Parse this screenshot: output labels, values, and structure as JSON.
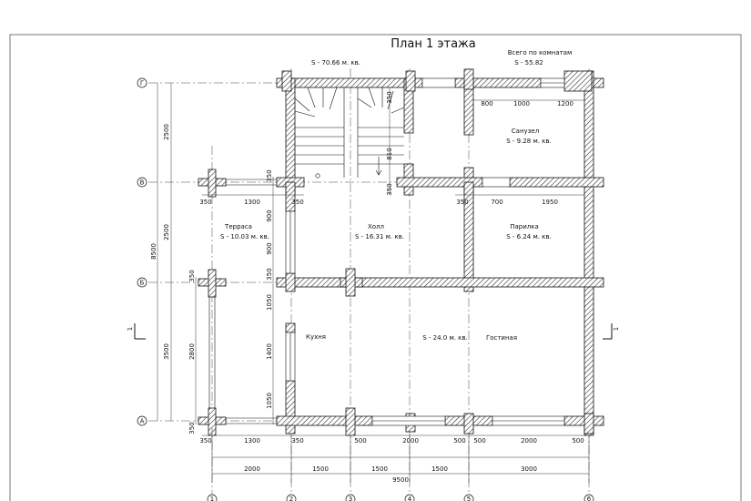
{
  "title": "План 1 этажа",
  "summary": {
    "total_label": "Всего по комнатам",
    "total_value": "S - 55.82",
    "floor_area": "S - 70.66 м. кв."
  },
  "rooms": {
    "sanuzel": {
      "name": "Санузел",
      "area": "S - 9.28 м. кв."
    },
    "parilka": {
      "name": "Парилка",
      "area": "S - 6.24 м. кв."
    },
    "terrasa": {
      "name": "Терраса",
      "area": "S - 10.03 м. кв."
    },
    "holl": {
      "name": "Холл",
      "area": "S - 16.31 м. кв."
    },
    "kuhnya": {
      "name": "Кухня"
    },
    "gostinaya": {
      "name": "Гостиная",
      "area": "S - 24.0 м. кв."
    }
  },
  "axes": {
    "letters": [
      "Г",
      "В",
      "Б",
      "А"
    ],
    "numbers": [
      "1",
      "2",
      "3",
      "4",
      "5",
      "6"
    ]
  },
  "dims": {
    "left_vertical": [
      "2500",
      "2500",
      "3500"
    ],
    "left_total": "8500",
    "left_sub": [
      "350",
      "2800",
      "350"
    ],
    "left_inner_top": [
      "350",
      "900",
      "900",
      "350"
    ],
    "left_inner_bottom": [
      "1050",
      "1400",
      "1050"
    ],
    "stair_vertical": [
      "350",
      "810",
      "350"
    ],
    "sanuzel_windows": [
      "800",
      "1000",
      "1200"
    ],
    "parilka_row": [
      "350",
      "700",
      "1950"
    ],
    "terrace_top_row": [
      "350",
      "1300",
      "350"
    ],
    "bottom_row1": [
      "350",
      "1300",
      "350",
      "500",
      "2000",
      "500",
      "500",
      "2000",
      "500"
    ],
    "bottom_row2": [
      "2000",
      "1500",
      "1500",
      "1500",
      "3000"
    ],
    "bottom_total": "9500"
  },
  "section_mark": "1"
}
